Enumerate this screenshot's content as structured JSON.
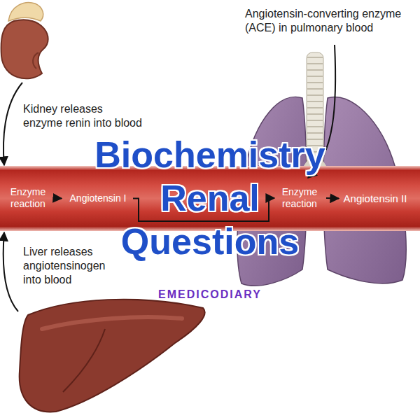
{
  "diagram": {
    "title": "Biochemistry Renal Questions",
    "nodes": [
      {
        "text": [
          "Enzyme reaction"
        ]
      },
      {
        "text": [
          "Angiotensin I"
        ]
      },
      {
        "text": [
          "Enzyme reaction"
        ]
      },
      {
        "text": [
          "Angiotensin II"
        ]
      }
    ],
    "edges": [
      {
        "from": 0,
        "to": 1,
        "arrow": "to"
      },
      {
        "from": 1,
        "to": 2,
        "arrow": "to"
      },
      {
        "from": 2,
        "to": 3,
        "arrow": "to"
      }
    ],
    "labels": [
      "Kidney releases enzyme renin into blood",
      "Angiotensin-converting enzyme (ACE) in pulmonary blood",
      "Liver releases angiotensinogen into blood",
      "EMEDICODIARY"
    ]
  }
}
